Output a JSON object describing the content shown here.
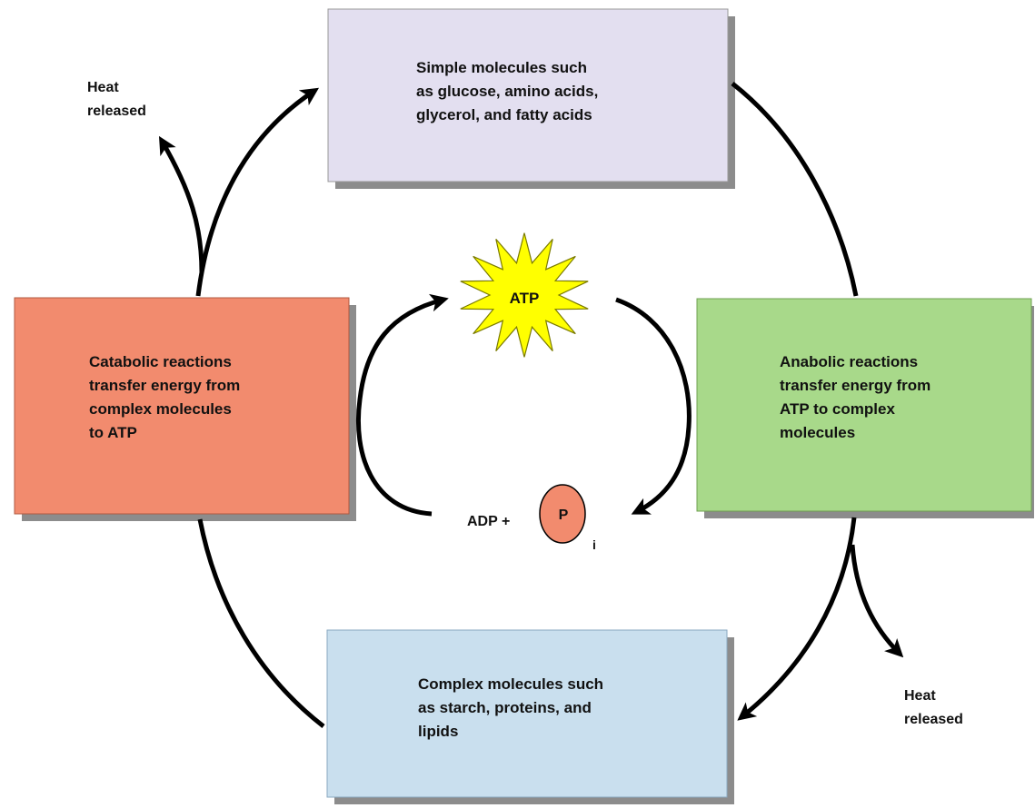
{
  "boxes": {
    "simple": {
      "lines": [
        "Simple molecules such",
        "as glucose, amino acids,",
        "glycerol, and fatty acids"
      ],
      "color": "#e3dff0"
    },
    "catabolic": {
      "lines": [
        "Catabolic reactions",
        "transfer energy from",
        "complex molecules",
        "to ATP"
      ],
      "color": "#f28b6e"
    },
    "anabolic": {
      "lines": [
        "Anabolic reactions",
        "transfer energy from",
        "ATP to complex",
        "molecules"
      ],
      "color": "#a8d98a"
    },
    "complex": {
      "lines": [
        "Complex molecules such",
        "as starch, proteins, and",
        "lipids"
      ],
      "color": "#c9dfee"
    }
  },
  "heat_left": {
    "lines": [
      "Heat",
      "released"
    ]
  },
  "heat_right": {
    "lines": [
      "Heat",
      "released"
    ]
  },
  "atp": {
    "label": "ATP",
    "color": "#ffff00"
  },
  "adp": {
    "label": "ADP +"
  },
  "phosphate": {
    "label": "P",
    "subscript": "i",
    "color": "#f28b6e"
  },
  "colors": {
    "shadow": "#8c8c8c",
    "arrow": "#000000"
  }
}
